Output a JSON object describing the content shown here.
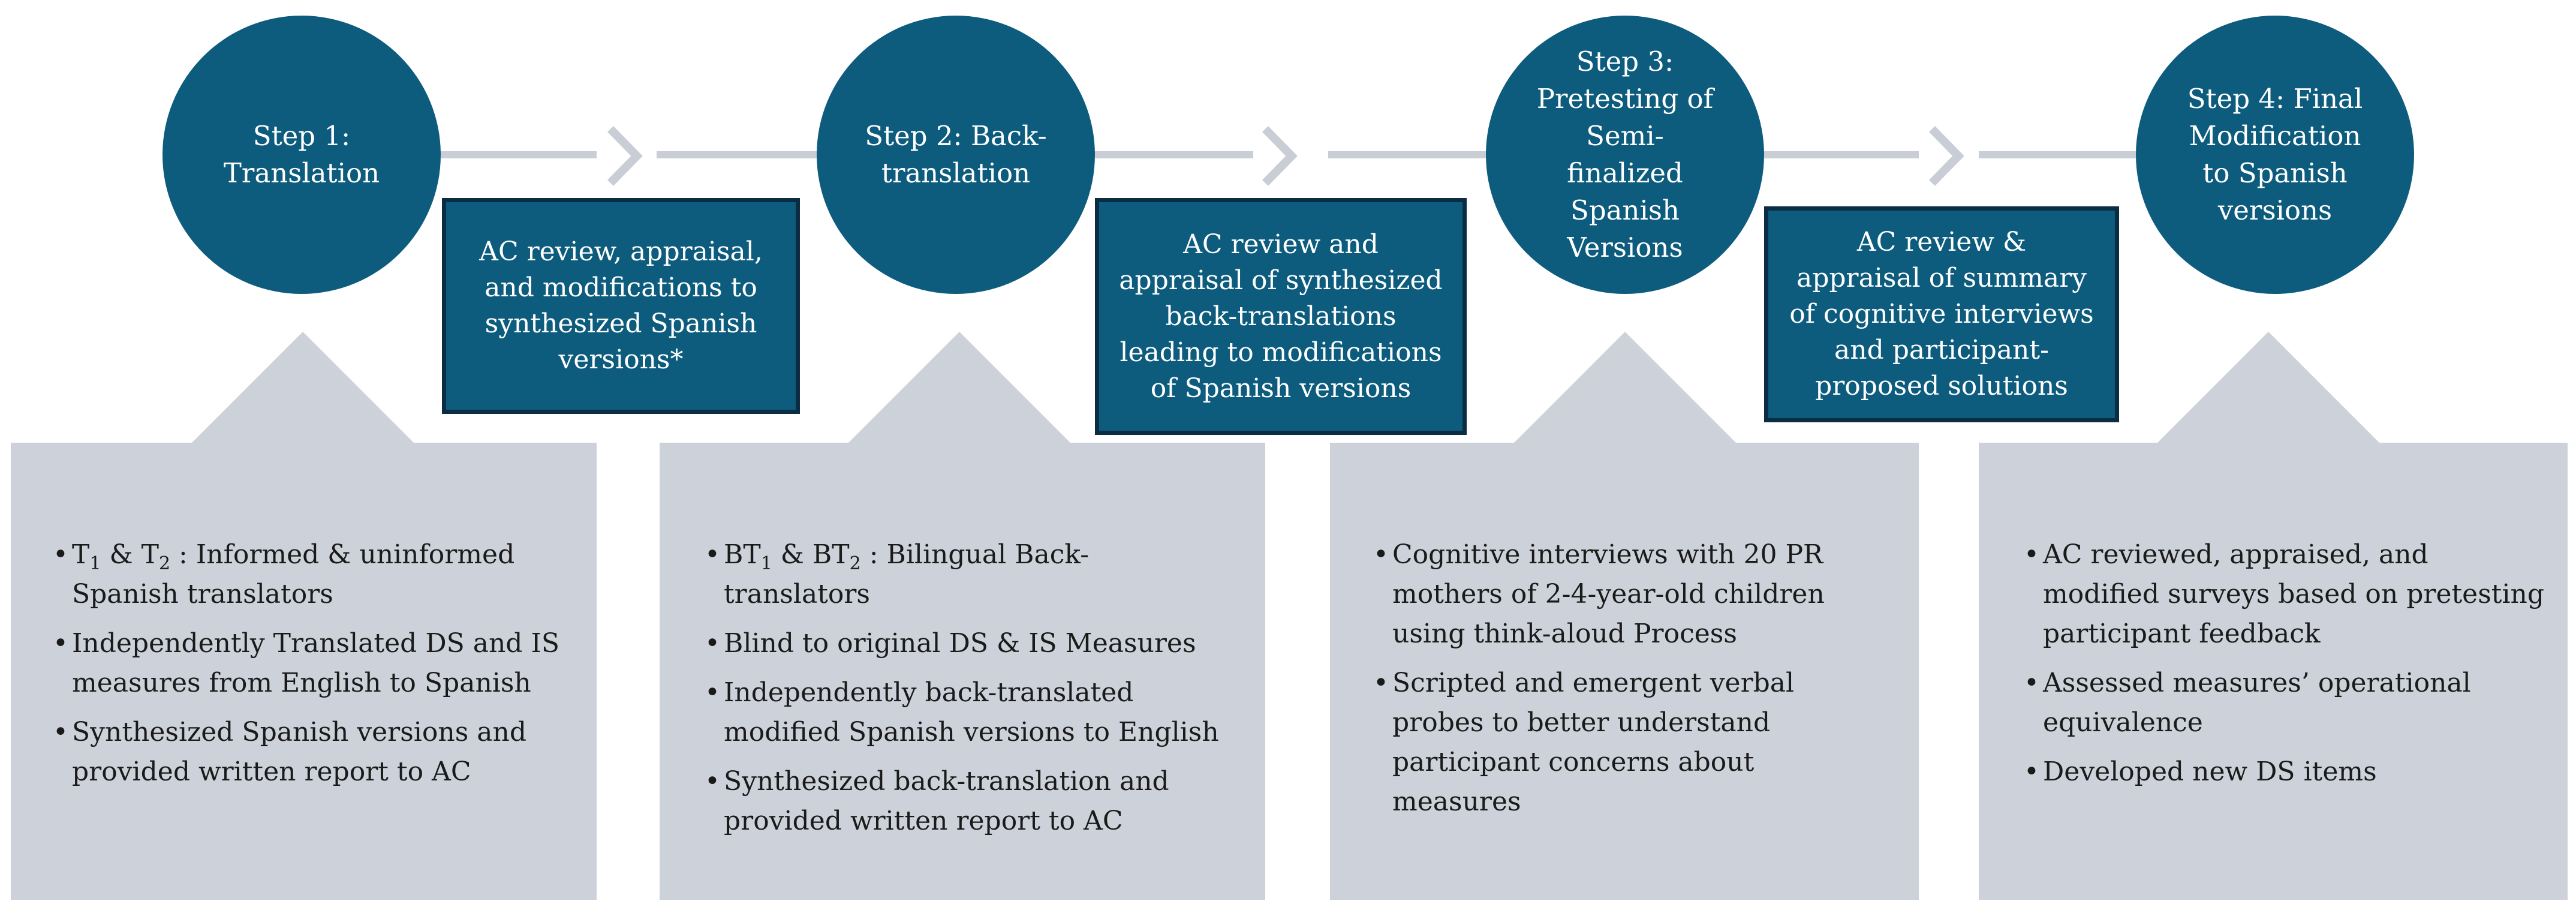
{
  "steps": [
    {
      "label": "Step 1:\nTranslation"
    },
    {
      "label": "Step 2: Back-\ntranslation"
    },
    {
      "label": "Step 3:\nPretesting of\nSemi-\nfinalized\nSpanish\nVersions"
    },
    {
      "label": "Step 4: Final\nModification\nto Spanish\nversions"
    }
  ],
  "ac_reviews": [
    "AC review,  appraisal,\nand modifications to\nsynthesized Spanish\nversions*",
    "AC review and\nappraisal of synthesized\nback-translations\nleading to modifications\nof Spanish versions",
    "AC review &\nappraisal of summary\nof cognitive interviews\nand participant-\nproposed solutions"
  ],
  "panels": [
    {
      "bullets": [
        {
          "parts": [
            {
              "t": "T"
            },
            {
              "sub": "1"
            },
            {
              "t": " & T"
            },
            {
              "sub": "2"
            },
            {
              "t": " : Informed & uninformed Spanish translators"
            }
          ]
        },
        {
          "parts": [
            {
              "t": "Independently Translated DS and IS measures from English to Spanish"
            }
          ]
        },
        {
          "parts": [
            {
              "t": "Synthesized Spanish versions and provided written report to AC"
            }
          ]
        }
      ]
    },
    {
      "bullets": [
        {
          "parts": [
            {
              "t": "BT"
            },
            {
              "sub": "1"
            },
            {
              "t": " & BT"
            },
            {
              "sub": "2"
            },
            {
              "t": " : Bilingual Back-translators"
            }
          ]
        },
        {
          "parts": [
            {
              "t": "Blind to original DS & IS Measures"
            }
          ]
        },
        {
          "parts": [
            {
              "t": "Independently back-translated modified Spanish versions to English"
            }
          ]
        },
        {
          "parts": [
            {
              "t": "Synthesized back-translation and provided written report to AC"
            }
          ]
        }
      ]
    },
    {
      "bullets": [
        {
          "parts": [
            {
              "t": "Cognitive interviews with 20 PR mothers of 2-4-year-old children using think-aloud Process"
            }
          ]
        },
        {
          "parts": [
            {
              "t": "Scripted and emergent verbal probes to better understand participant concerns about measures"
            }
          ]
        }
      ]
    },
    {
      "bullets": [
        {
          "parts": [
            {
              "t": "AC reviewed, appraised, and modified surveys based on pretesting participant feedback"
            }
          ]
        },
        {
          "parts": [
            {
              "t": "Assessed measures’ operational equivalence"
            }
          ]
        },
        {
          "parts": [
            {
              "t": "Developed new DS items"
            }
          ]
        }
      ]
    }
  ],
  "colors": {
    "circle": "#0d5c7d",
    "box_border": "#0a2d44",
    "panel": "#cdd2da",
    "connector": "#c8cdd6"
  }
}
